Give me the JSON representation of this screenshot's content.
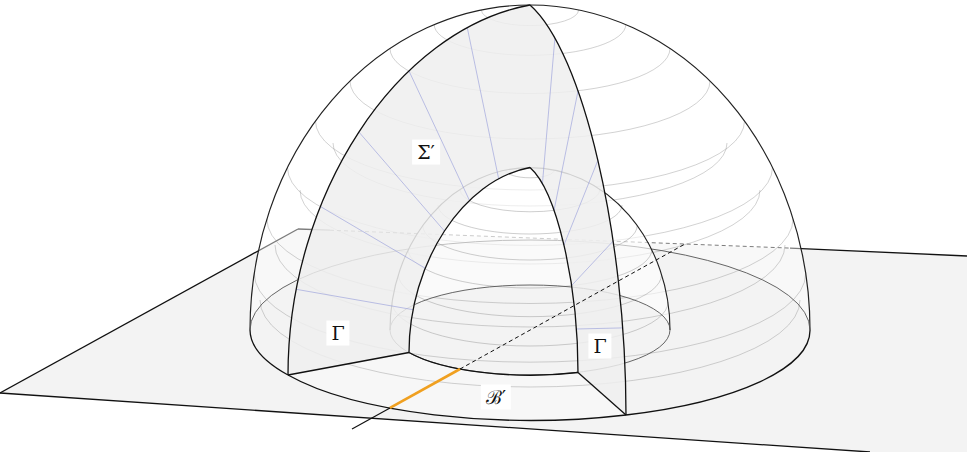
{
  "diagram": {
    "labels": [
      "Σ′",
      "Γ",
      "ℬ′",
      "Γ"
    ]
  }
}
